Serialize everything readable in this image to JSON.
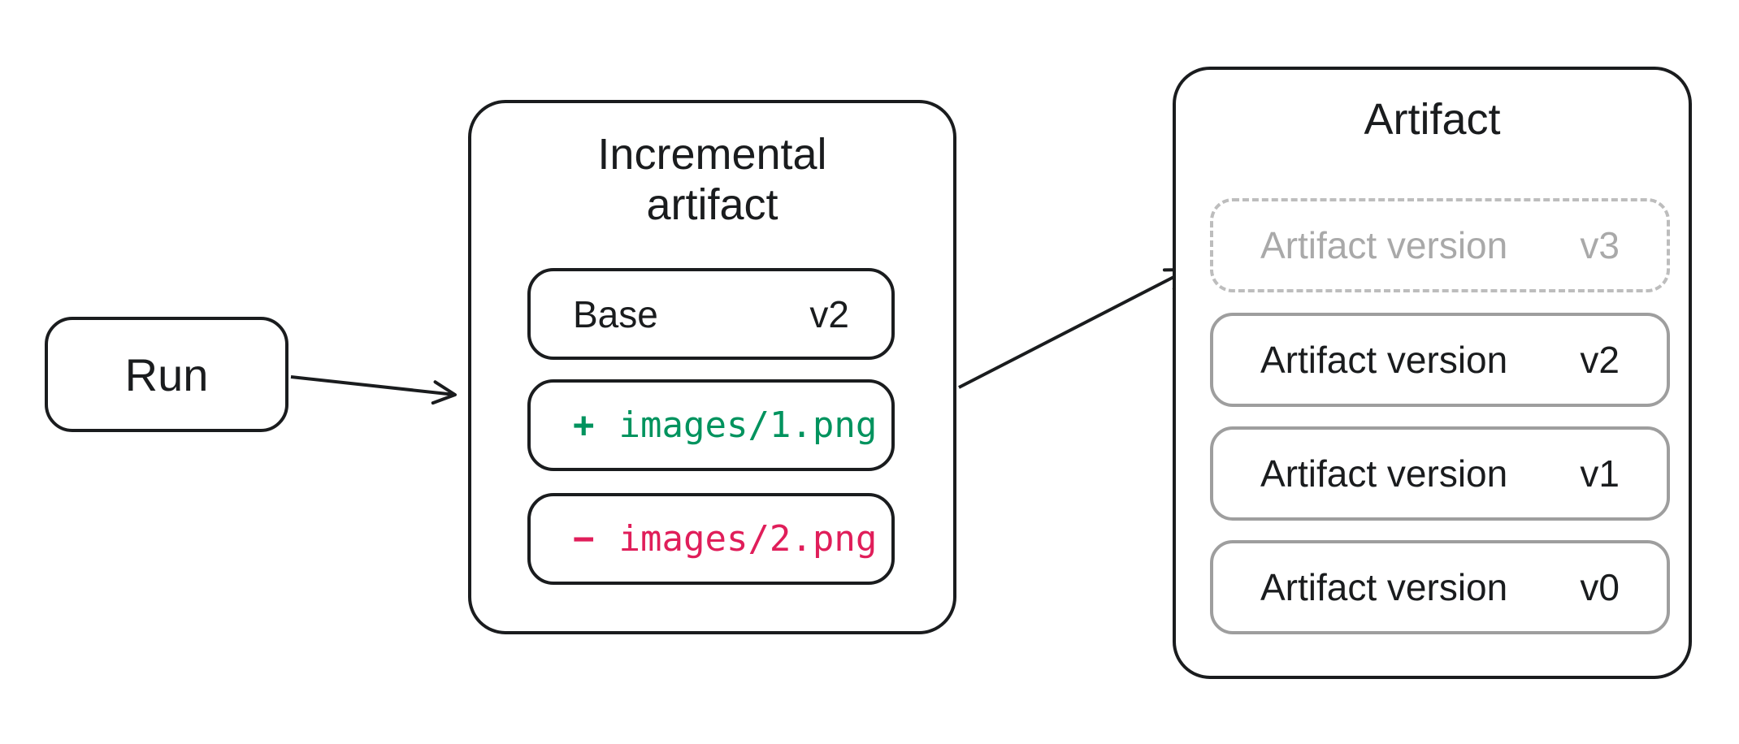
{
  "colors": {
    "border_dark": "#1a1c1e",
    "border_gray": "#9e9e9e",
    "border_dashed_gray": "#bdbdbd",
    "text_dark": "#1a1c1e",
    "text_gray": "#a9a9a9",
    "added_green": "#00935E",
    "removed_red": "#E01E5A",
    "background": "#ffffff"
  },
  "run": {
    "label": "Run"
  },
  "incremental": {
    "title": "Incremental artifact",
    "base": {
      "label": "Base",
      "version": "v2"
    },
    "added": {
      "sign": "+",
      "path": "images/1.png"
    },
    "removed": {
      "sign": "−",
      "path": "images/2.png"
    }
  },
  "artifact": {
    "title": "Artifact",
    "versions": [
      {
        "label": "Artifact version",
        "version": "v3",
        "state": "pending"
      },
      {
        "label": "Artifact version",
        "version": "v2",
        "state": "committed"
      },
      {
        "label": "Artifact version",
        "version": "v1",
        "state": "committed"
      },
      {
        "label": "Artifact version",
        "version": "v0",
        "state": "committed"
      }
    ]
  },
  "arrows": [
    {
      "name": "run-to-incremental"
    },
    {
      "name": "incremental-to-artifact"
    }
  ]
}
